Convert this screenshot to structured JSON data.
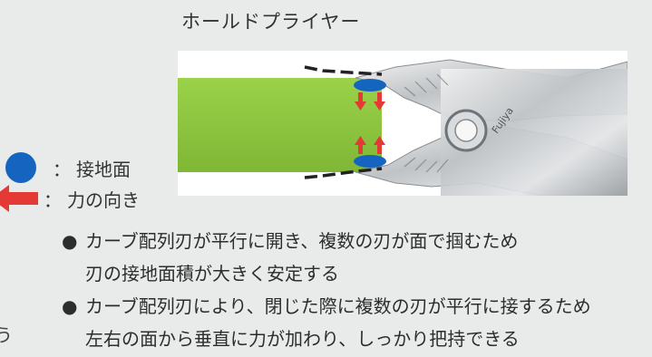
{
  "title": "ホールドプライヤー",
  "legend": {
    "contact_colon": "：",
    "contact_label": "接地面",
    "force_colon": "：",
    "force_label": "力の向き"
  },
  "bullets": [
    {
      "mark": "●",
      "line1": "カーブ配列刃が平行に開き、複数の刃が面で掴むため",
      "line2": "刃の接地面積が大きく安定する"
    },
    {
      "mark": "●",
      "line1": "カーブ配列刃により、閉じた際に複数の刃が平行に接するため",
      "line2": "左右の面から垂直に力が加わり、しっかり把持できる"
    }
  ],
  "edge_char": "う",
  "colors": {
    "green_bar": "#8cc63f",
    "contact_blue": "#1565c0",
    "arrow_red": "#e53935"
  },
  "icons": {
    "contact": "blue-dot-icon",
    "force": "red-arrow-icon"
  }
}
